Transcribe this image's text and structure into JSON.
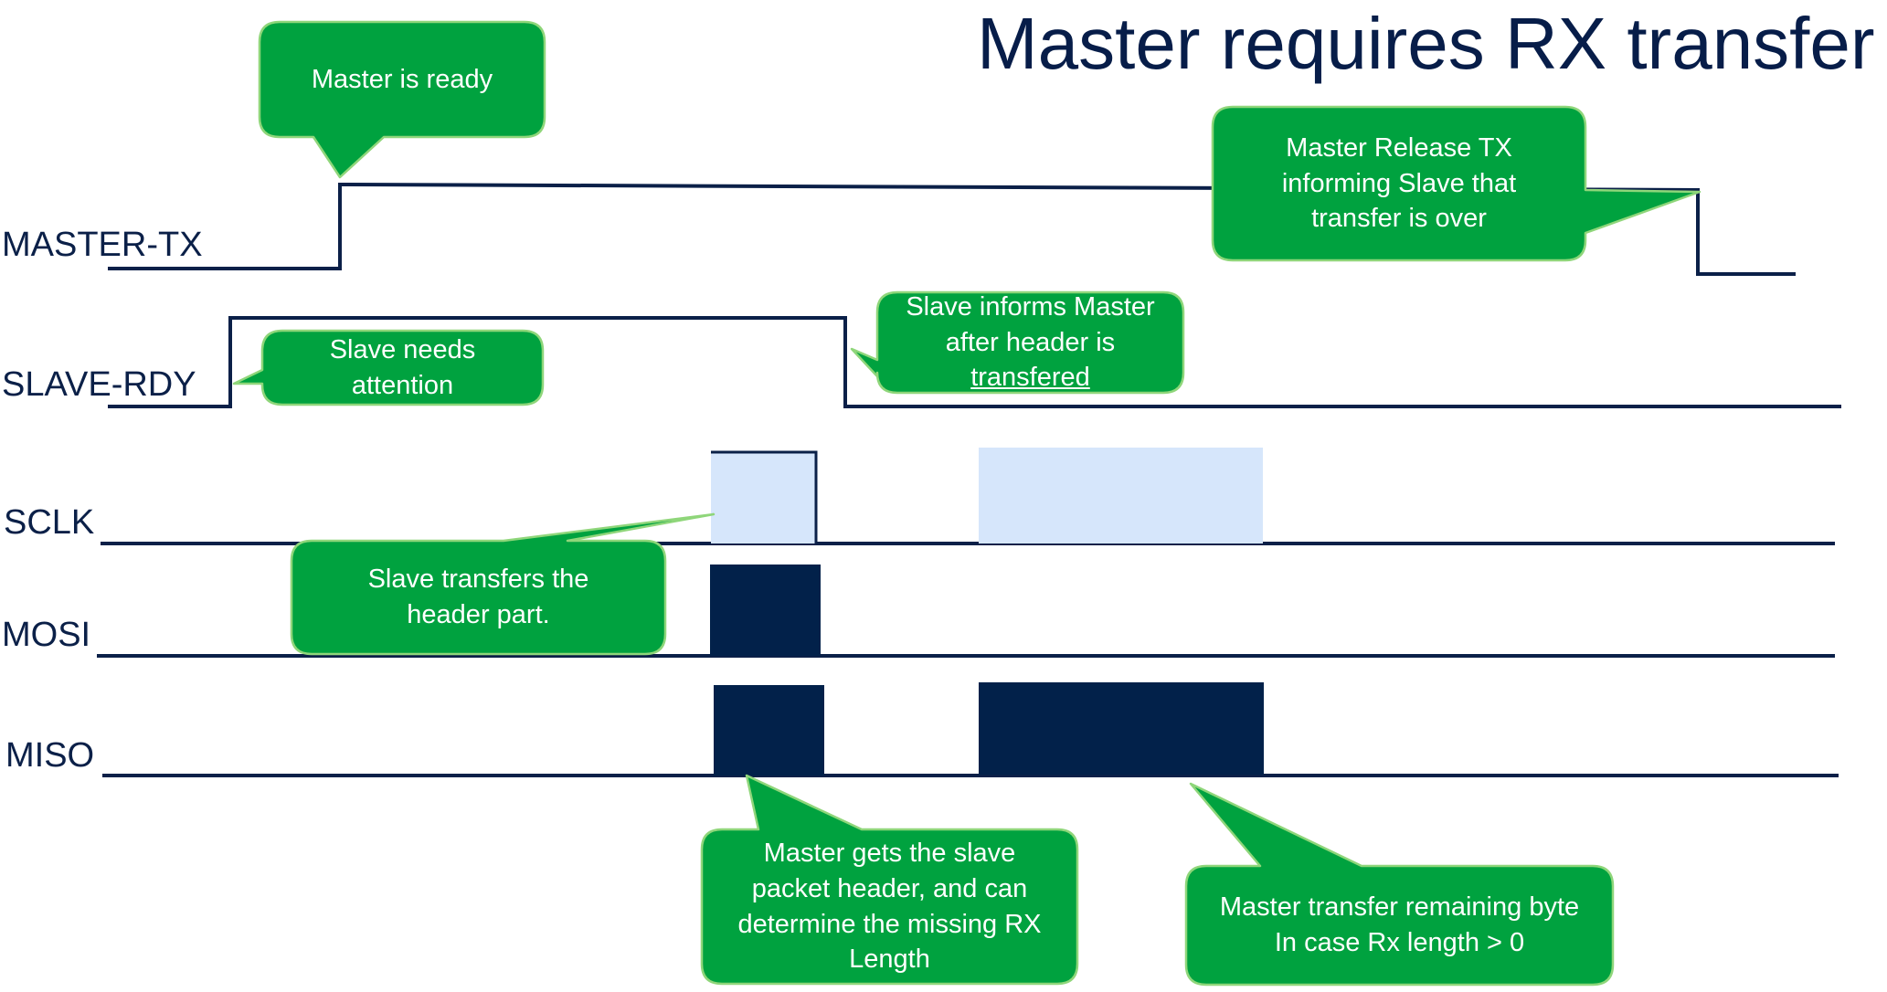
{
  "title": "Master requires RX transfer",
  "signals": [
    {
      "id": "master-tx",
      "label": "MASTER-TX"
    },
    {
      "id": "slave-rdy",
      "label": "SLAVE-RDY"
    },
    {
      "id": "sclk",
      "label": "SCLK"
    },
    {
      "id": "mosi",
      "label": "MOSI"
    },
    {
      "id": "miso",
      "label": "MISO"
    }
  ],
  "callouts": [
    {
      "id": "master-is-ready",
      "lines": [
        "Master is ready"
      ]
    },
    {
      "id": "master-release-tx",
      "lines": [
        "Master Release TX",
        "informing Slave that",
        "transfer is over"
      ]
    },
    {
      "id": "slave-needs-attention",
      "lines": [
        "Slave needs",
        "attention"
      ]
    },
    {
      "id": "slave-informs-master",
      "lines": [
        "Slave informs Master",
        "after header is",
        "transfered"
      ]
    },
    {
      "id": "slave-transfers-header",
      "lines": [
        "Slave transfers the",
        "header part."
      ]
    },
    {
      "id": "master-gets-header",
      "lines": [
        "Master gets the slave",
        "packet header, and can",
        "determine the missing RX",
        "Length"
      ]
    },
    {
      "id": "master-transfer-remaining",
      "lines": [
        "Master transfer remaining byte",
        "In case Rx length > 0"
      ]
    }
  ],
  "colors": {
    "title": "#071d49",
    "signal_line": "#0b2048",
    "callout_fill": "#00a23f",
    "callout_border": "#8fd67a",
    "clock_fill": "#d6e6fb",
    "data_fill": "#02214a"
  }
}
